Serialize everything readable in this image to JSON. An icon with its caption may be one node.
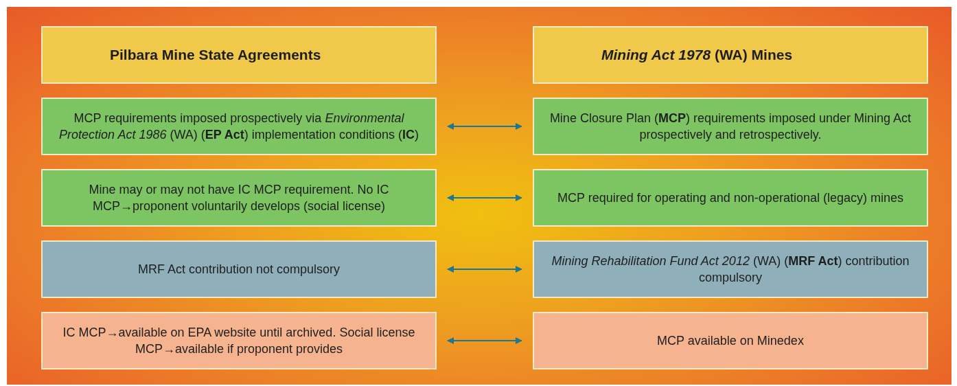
{
  "diagram": {
    "nodes": [
      {
        "text": [
          "Pilbara Mine State Agreements"
        ]
      },
      {
        "text": [
          "*Mining Act 1978* (WA) Mines"
        ]
      },
      {
        "text": [
          "MCP requirements imposed prospectively via *Environmental Protection Act 1986* (WA) (**EP Act**) implementation conditions (**IC**)"
        ]
      },
      {
        "text": [
          "Mine Closure Plan (**MCP**) requirements imposed under Mining Act prospectively and retrospectively."
        ]
      },
      {
        "text": [
          "Mine may or may not have IC MCP requirement. No IC MCP→proponent voluntarily develops (social license)"
        ]
      },
      {
        "text": [
          "MCP required for operating and non-operational (legacy) mines"
        ]
      },
      {
        "text": [
          "MRF Act contribution not compulsory"
        ]
      },
      {
        "text": [
          "*Mining Rehabilitation Fund Act 2012* (WA) (**MRF Act**) contribution compulsory"
        ]
      },
      {
        "text": [
          "IC MCP→available on EPA website until archived. Social license MCP→available if proponent provides"
        ]
      },
      {
        "text": [
          "MCP available on Minedex"
        ]
      }
    ],
    "edges": [
      {
        "from": 2,
        "to": 3,
        "arrow": "both"
      },
      {
        "from": 4,
        "to": 5,
        "arrow": "both"
      },
      {
        "from": 6,
        "to": 7,
        "arrow": "both"
      },
      {
        "from": 8,
        "to": 9,
        "arrow": "both"
      }
    ]
  }
}
